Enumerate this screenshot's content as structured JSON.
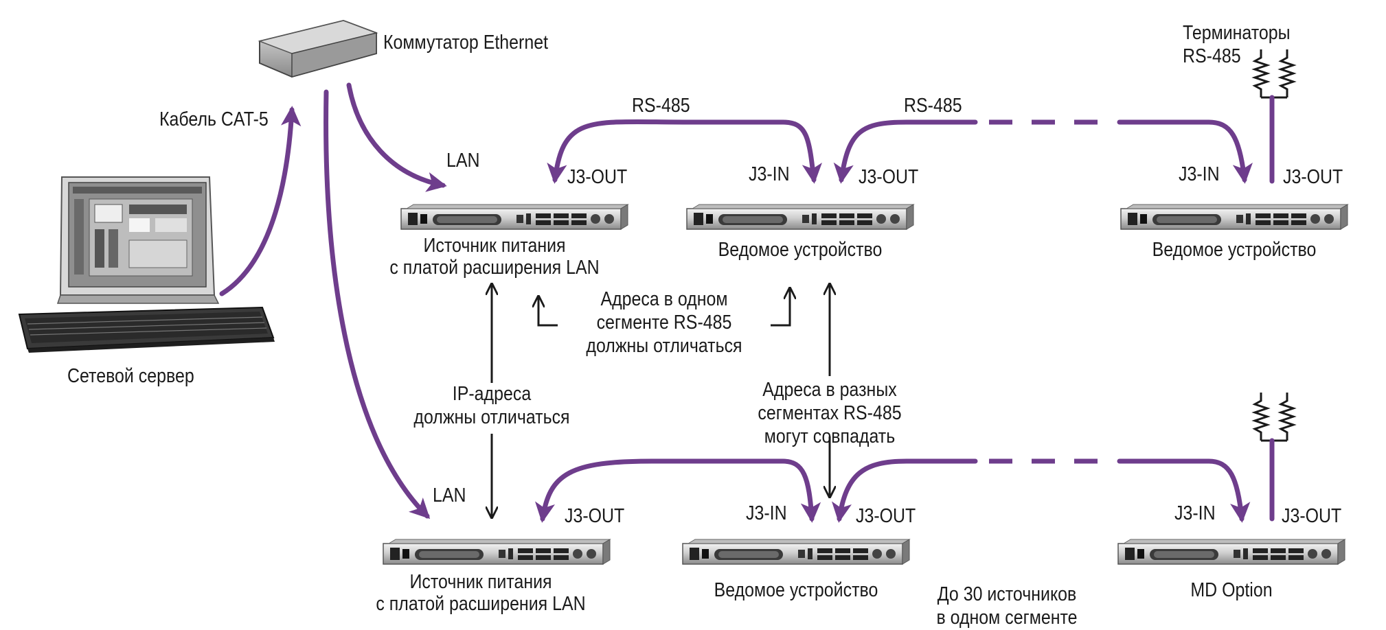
{
  "labels": {
    "switch": "Коммутатор Ethernet",
    "cable": "Кабель CAT-5",
    "server": "Сетевой сервер",
    "rs485_a": "RS-485",
    "rs485_b": "RS-485",
    "terminators_line1": "Терминаторы",
    "terminators_line2": "RS-485",
    "lan_top": "LAN",
    "lan_bottom": "LAN",
    "j3out_1": "J3-OUT",
    "j3in_2": "J3-IN",
    "j3out_2": "J3-OUT",
    "j3in_3": "J3-IN",
    "j3out_3": "J3-OUT",
    "j3out_4": "J3-OUT",
    "j3in_5": "J3-IN",
    "j3out_5": "J3-OUT",
    "j3in_6": "J3-IN",
    "j3out_6": "J3-OUT",
    "psu_top_line1": "Источник питания",
    "psu_top_line2": "с платой расширения LAN",
    "slave_top_mid": "Ведомое устройство",
    "slave_top_right": "Ведомое устройство",
    "psu_bottom_line1": "Источник питания",
    "psu_bottom_line2": "с платой расширения LAN",
    "slave_bottom_mid": "Ведомое устройство",
    "md_option": "MD Option",
    "addr_same_line1": "Адреса в одном",
    "addr_same_line2": "сегменте RS-485",
    "addr_same_line3": "должны отличаться",
    "ip_line1": "IP-адреса",
    "ip_line2": "должны отличаться",
    "addr_diff_line1": "Адреса в разных",
    "addr_diff_line2": "сегментах RS-485",
    "addr_diff_line3": "могут совпадать",
    "upto30_line1": "До 30 источников",
    "upto30_line2": "в одном сегменте"
  },
  "colors": {
    "link": "#6e3d8c",
    "text": "#1a1a1a"
  },
  "icons": [
    "ethernet-switch-icon",
    "computer-monitor-icon",
    "keyboard-icon",
    "power-supply-rack-icon",
    "resistor-terminator-icon"
  ]
}
